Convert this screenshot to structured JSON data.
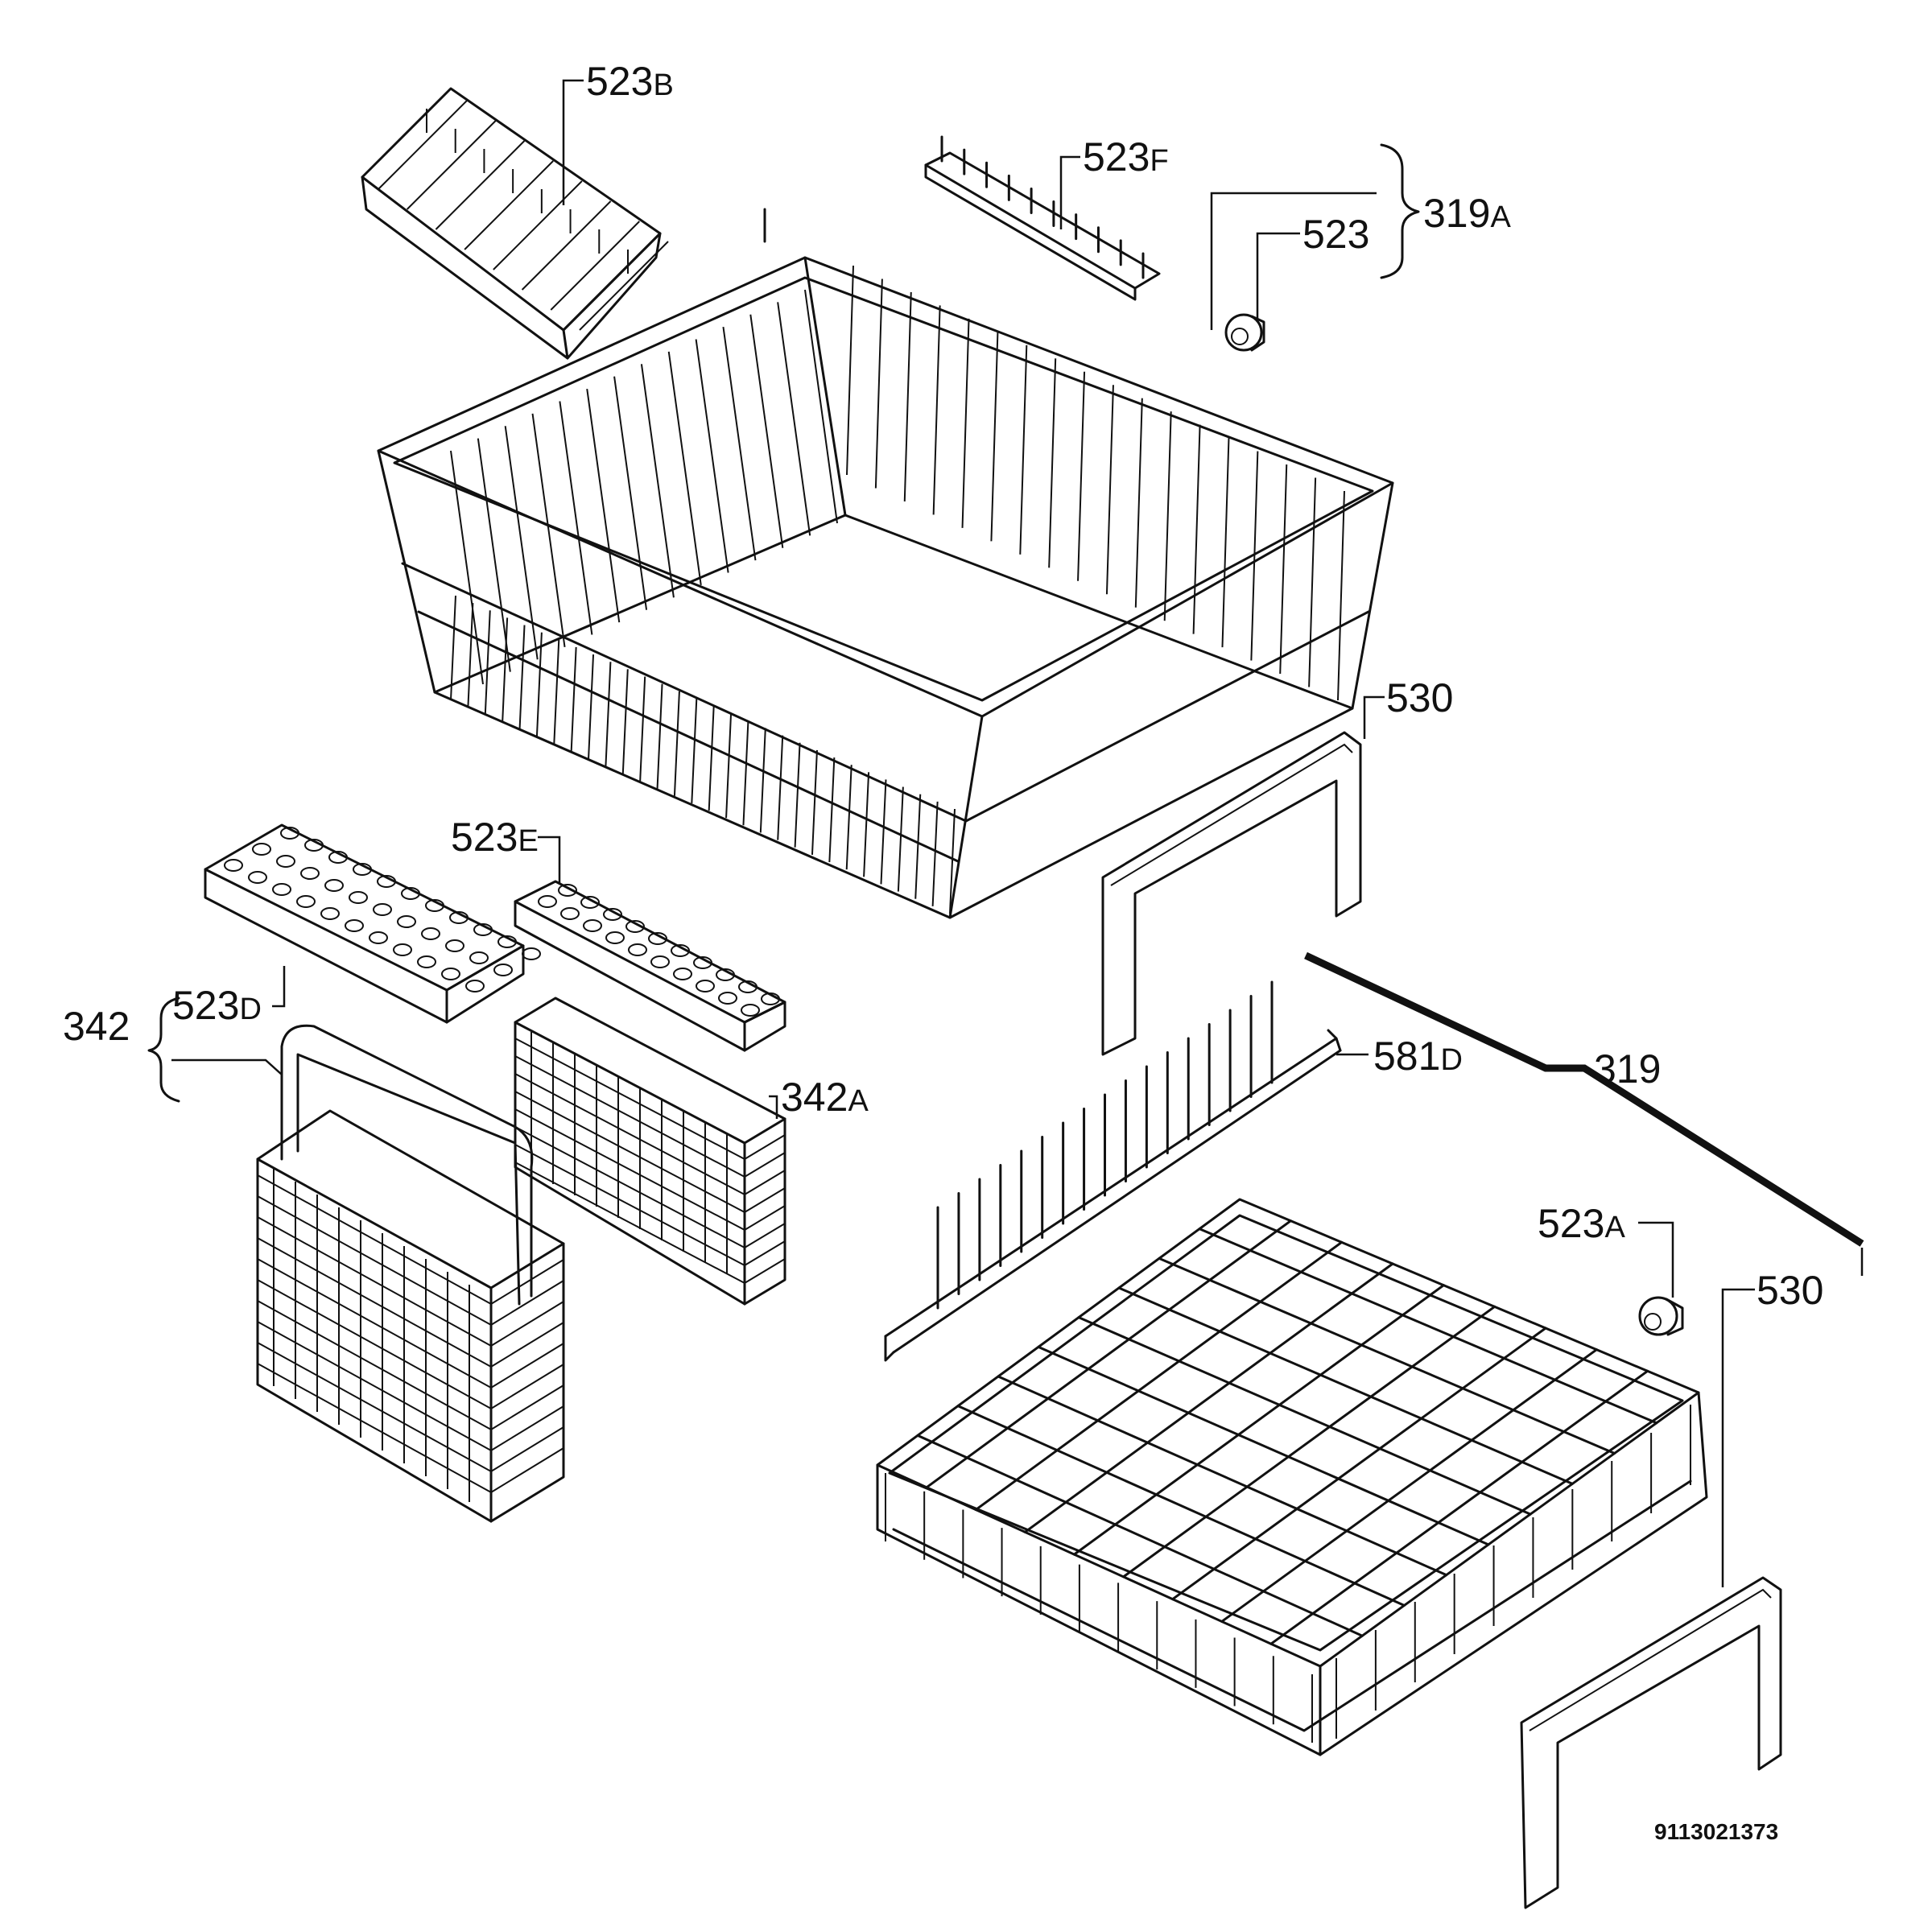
{
  "labels": {
    "p523b": {
      "num": "523",
      "suffix": "B"
    },
    "p523f": {
      "num": "523",
      "suffix": "F"
    },
    "p523": {
      "num": "523",
      "suffix": ""
    },
    "p319a": {
      "num": "319",
      "suffix": "A"
    },
    "p530_upper": {
      "num": "530",
      "suffix": ""
    },
    "p523e": {
      "num": "523",
      "suffix": "E"
    },
    "p523d": {
      "num": "523",
      "suffix": "D"
    },
    "p342": {
      "num": "342",
      "suffix": ""
    },
    "p342a": {
      "num": "342",
      "suffix": "A"
    },
    "p581d": {
      "num": "581",
      "suffix": "D"
    },
    "p319": {
      "num": "319",
      "suffix": ""
    },
    "p523a": {
      "num": "523",
      "suffix": "A"
    },
    "p530_lower": {
      "num": "530",
      "suffix": ""
    }
  },
  "document_id": "9113021373"
}
